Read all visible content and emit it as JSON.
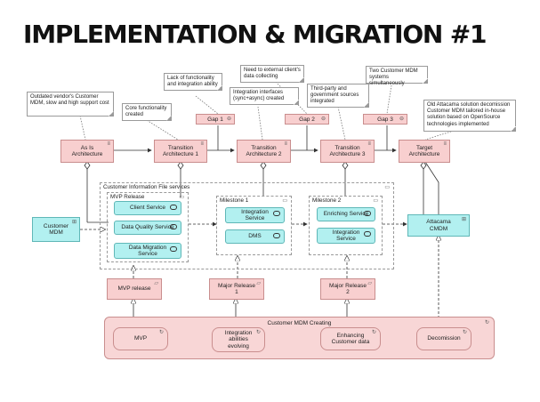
{
  "title": "IMPLEMENTATION & MIGRATION #1",
  "plateaus": {
    "as_is": "As Is\nArchitecture",
    "t1": "Transition\nArchitecture 1",
    "t2": "Transition\nArchitecture 2",
    "t3": "Transition\nArchitecture 3",
    "target": "Target\nArchitecture"
  },
  "gaps": {
    "g1": "Gap 1",
    "g2": "Gap 2",
    "g3": "Gap 3"
  },
  "notes": {
    "as_is": "Outdated vendor's Customer MDM, slow and high support cost",
    "t1": "Core functionality created",
    "gap1": "Lack of functionality and integration ability",
    "t2": "Integration interfaces (sync+async) created",
    "gap2": "Need to external client's data collecting",
    "t3": "Third-party and government sources integrated",
    "gap3": "Two Customer MDM systems simultaneously",
    "target": "Old Attacama solution decomission Customer MDM tailored in-house solution based on OpenSource technologies implemented"
  },
  "groups": {
    "services": "Customer Information File services",
    "mvp": "MVP Release",
    "m1": "Milestone 1",
    "m2": "Milestone 2",
    "creating": "Customer MDM Creating"
  },
  "services": {
    "client": "Client Service",
    "dq": "Data Quality Service",
    "dm": "Data Migration\nService",
    "integration1": "Integration\nService",
    "dms": "DMS",
    "enriching": "Enriching Service",
    "integration2": "Integration\nService"
  },
  "systems": {
    "customer_mdm": "Customer\nMDM",
    "attacama": "Attacama\nCMDM"
  },
  "deliverables": {
    "mvp": "MVP release",
    "major1": "Major Release\n1",
    "major2": "Major Release\n2"
  },
  "work": {
    "mvp": "MVP",
    "integration": "Integration\nabilities\nevolving",
    "enhancing": "Enhancing\nCustomer data",
    "decom": "Decomission"
  }
}
